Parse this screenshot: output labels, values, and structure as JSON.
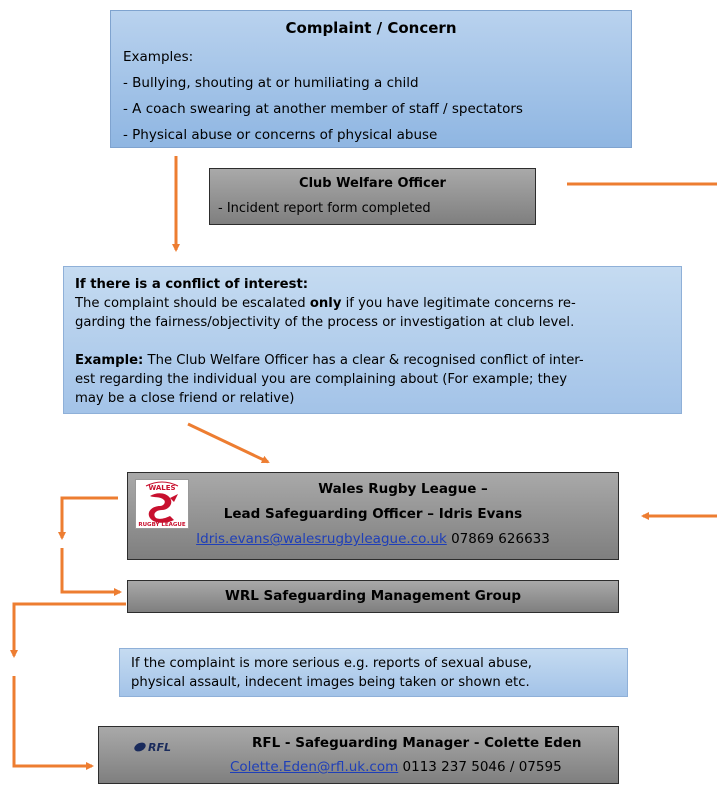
{
  "complaint": {
    "title": "Complaint / Concern",
    "intro": "Examples:",
    "items": [
      "- Bullying, shouting at or humiliating a child",
      "- A coach swearing at another member of staff / spectators",
      "- Physical abuse or concerns of physical abuse"
    ]
  },
  "club_welfare": {
    "title": "Club Welfare Officer",
    "line": "- Incident report form completed"
  },
  "conflict": {
    "heading": "If there is a conflict of interest:",
    "line1_pre": "The complaint should be escalated ",
    "line1_bold": "only",
    "line1_post": " if you have legitimate concerns re-",
    "line2": "garding the fairness/objectivity of the process or investigation at club level.",
    "example_label": "Example:",
    "example_line1": " The Club Welfare Officer has a clear & recognised conflict of inter-",
    "example_line2": "est regarding the individual you are complaining about (For example; they",
    "example_line3": "may be a close friend or relative)"
  },
  "wales": {
    "title": "Wales Rugby League –",
    "subtitle": "Lead Safeguarding Officer – Idris Evans",
    "email": "Idris.evans@walesrugbyleague.co.uk",
    "phone": " 07869 626633",
    "logo_top": "WALES",
    "logo_bottom": "RUGBY LEAGUE"
  },
  "wrl_group": {
    "title": "WRL Safeguarding Management Group"
  },
  "serious": {
    "line1": "If the complaint is more serious e.g. reports of sexual abuse,",
    "line2": "physical assault, indecent images being taken or shown etc."
  },
  "rfl": {
    "title": "RFL - Safeguarding Manager - Colette Eden",
    "email": "Colette.Eden@rfl.uk.com",
    "phone": " 0113 237 5046 / 07595",
    "logo_text": "RFL"
  },
  "colors": {
    "arrow": "#ed7d31",
    "blue_box": "#9dbfe6",
    "grey_box": "#8c8c8c",
    "link": "#1f3fb8"
  }
}
